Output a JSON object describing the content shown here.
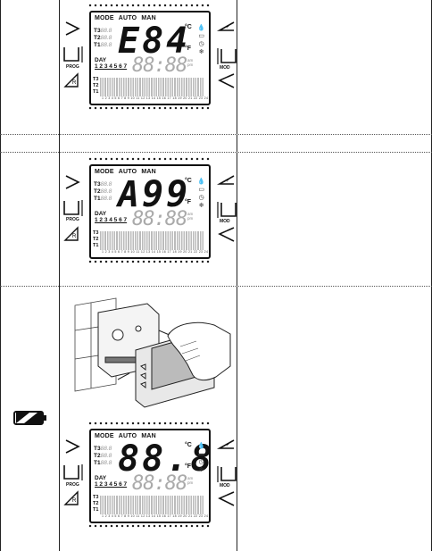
{
  "lcd_labels": {
    "mode": "MODE",
    "auto": "AUTO",
    "man": "MAN",
    "t3": "T3",
    "t2": "T2",
    "t1": "T1",
    "day": "DAY",
    "days": "1 2 3 4 5 6 7",
    "celsius": "°C",
    "fahrenheit": "°F",
    "clock": "88:88",
    "am": "am",
    "pm": "pm",
    "hour_ticks": "1 2 3 4 5 6 7 8 9 10 11 12 13 14 15 16 17 18 19 20 21 22 23 24"
  },
  "button_labels": {
    "prog": "PROG",
    "mod": "MOD",
    "reset": "R"
  },
  "panels": [
    {
      "code": "E84",
      "temp_digits": "88.8"
    },
    {
      "code": "A99",
      "temp_digits": "88.8"
    },
    {
      "code": "88.8",
      "temp_digits": "88.8"
    }
  ],
  "icons": {
    "battery": "battery-low-icon",
    "hand": "hand-inserting-thermostat-illustration"
  }
}
